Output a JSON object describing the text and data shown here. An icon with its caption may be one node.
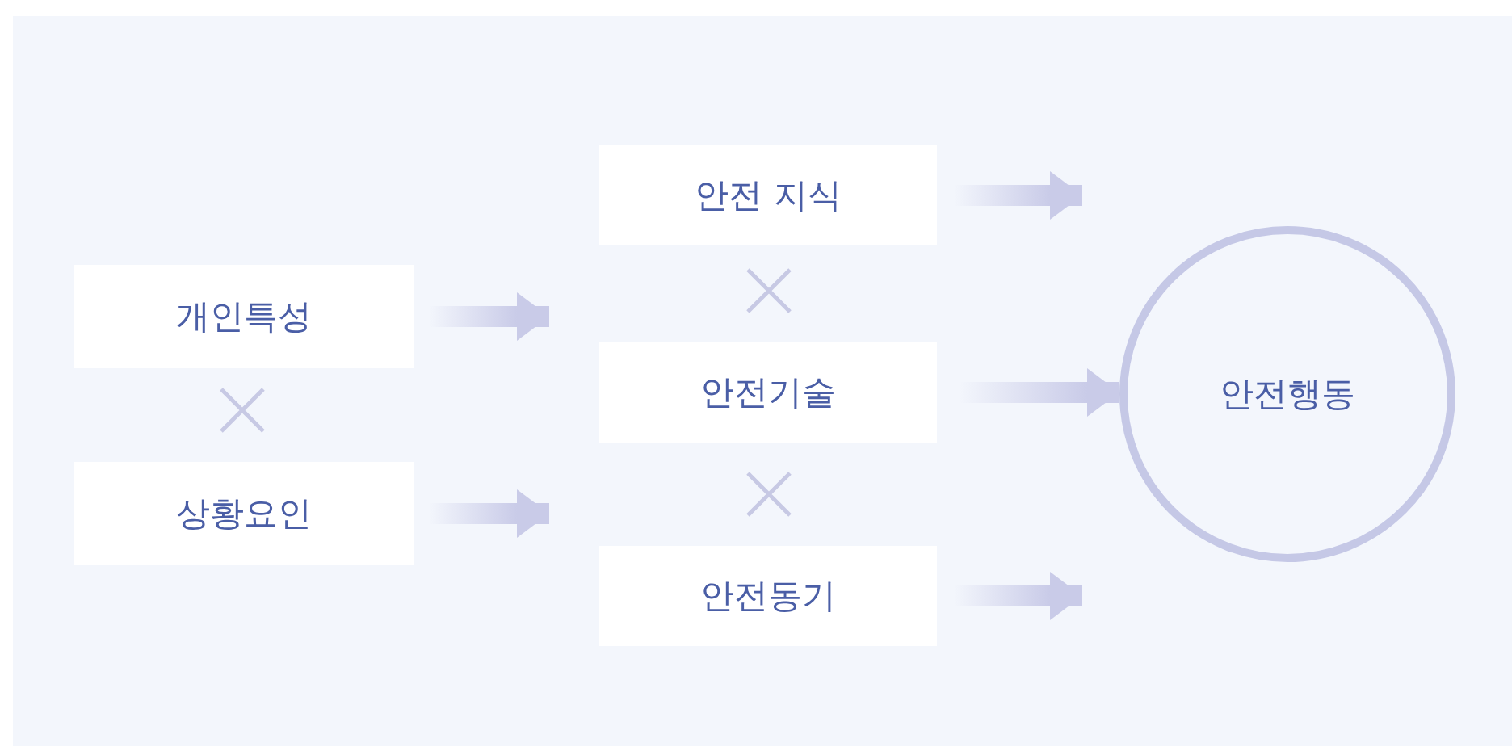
{
  "diagram": {
    "nodes": [
      {
        "text": [
          "개인특성"
        ]
      },
      {
        "text": [
          "상황요인"
        ]
      },
      {
        "text": [
          "안전 지식"
        ]
      },
      {
        "text": [
          "안전기술"
        ]
      },
      {
        "text": [
          "안전동기"
        ]
      },
      {
        "text": [
          "안전행동"
        ]
      }
    ],
    "edges": [
      {
        "from": 0,
        "to": 3,
        "arrow": "to"
      },
      {
        "from": 1,
        "to": 4,
        "arrow": "to"
      },
      {
        "from": 2,
        "to": 5,
        "arrow": "to"
      },
      {
        "from": 3,
        "to": 5,
        "arrow": "to"
      },
      {
        "from": 4,
        "to": 5,
        "arrow": "to"
      }
    ]
  }
}
